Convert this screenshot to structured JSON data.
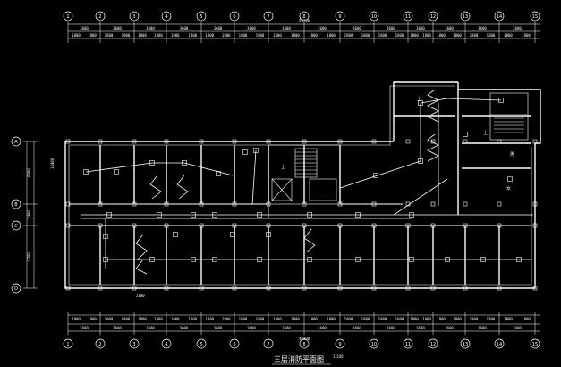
{
  "drawing": {
    "title": "三层消防平面图",
    "scale": "1:100",
    "colors": {
      "background": "#000000",
      "wall": "#ffffff",
      "pipe": "#ffffff",
      "axis_circle": "#ffffff",
      "dimension": "#00ff7f",
      "dimension_text": "#ffffff",
      "title": "#ffffff"
    },
    "top_axes": [
      "1",
      "2",
      "3",
      "4",
      "5",
      "6",
      "7",
      "8",
      "9",
      "10",
      "11",
      "12",
      "13",
      "14",
      "15"
    ],
    "bottom_axes": [
      "1",
      "2",
      "3",
      "4",
      "5",
      "6",
      "7",
      "8",
      "9",
      "10",
      "11",
      "12",
      "13",
      "14",
      "15"
    ],
    "left_axes": [
      "A",
      "B",
      "C",
      "D"
    ],
    "top_overall_dim": "50700",
    "bottom_overall_dim": "48900",
    "top_bay_dims": [
      "3600",
      "3600",
      "3600",
      "3600",
      "3600",
      "3600",
      "3600",
      "3600",
      "3600",
      "3600",
      "3600",
      "3600",
      "3600",
      "3600"
    ],
    "top_fine_dims": [
      "1800",
      "1800",
      "1800",
      "1800",
      "1800",
      "1800",
      "1800",
      "1800",
      "1800",
      "1800",
      "1800",
      "1800",
      "1800",
      "1800",
      "1800",
      "1800",
      "1800",
      "1800",
      "1800",
      "1800",
      "1800",
      "1800",
      "1800",
      "1800",
      "1800",
      "1800",
      "1800",
      "1800"
    ],
    "bottom_bay_dims": [
      "3600",
      "3600",
      "3600",
      "3600",
      "3600",
      "3600",
      "3600",
      "3600",
      "3600",
      "3600",
      "3600",
      "3600",
      "3600",
      "3600"
    ],
    "bottom_fine_dims": [
      "1800",
      "1800",
      "1800",
      "1800",
      "1800",
      "1800",
      "1800",
      "1800",
      "1800",
      "1800",
      "1800",
      "1800",
      "1800",
      "1800",
      "1800",
      "1800",
      "1800",
      "1800",
      "1800",
      "1800",
      "1800",
      "1800",
      "1800",
      "1800",
      "1800",
      "1800",
      "1800",
      "1800"
    ],
    "left_dims": [
      "6300",
      "2400",
      "5700"
    ],
    "left_total": "14400",
    "corridor_dim": "2100",
    "stair_labels": [
      "上",
      "上",
      "上"
    ],
    "room_labels": [
      "男",
      "女"
    ]
  }
}
